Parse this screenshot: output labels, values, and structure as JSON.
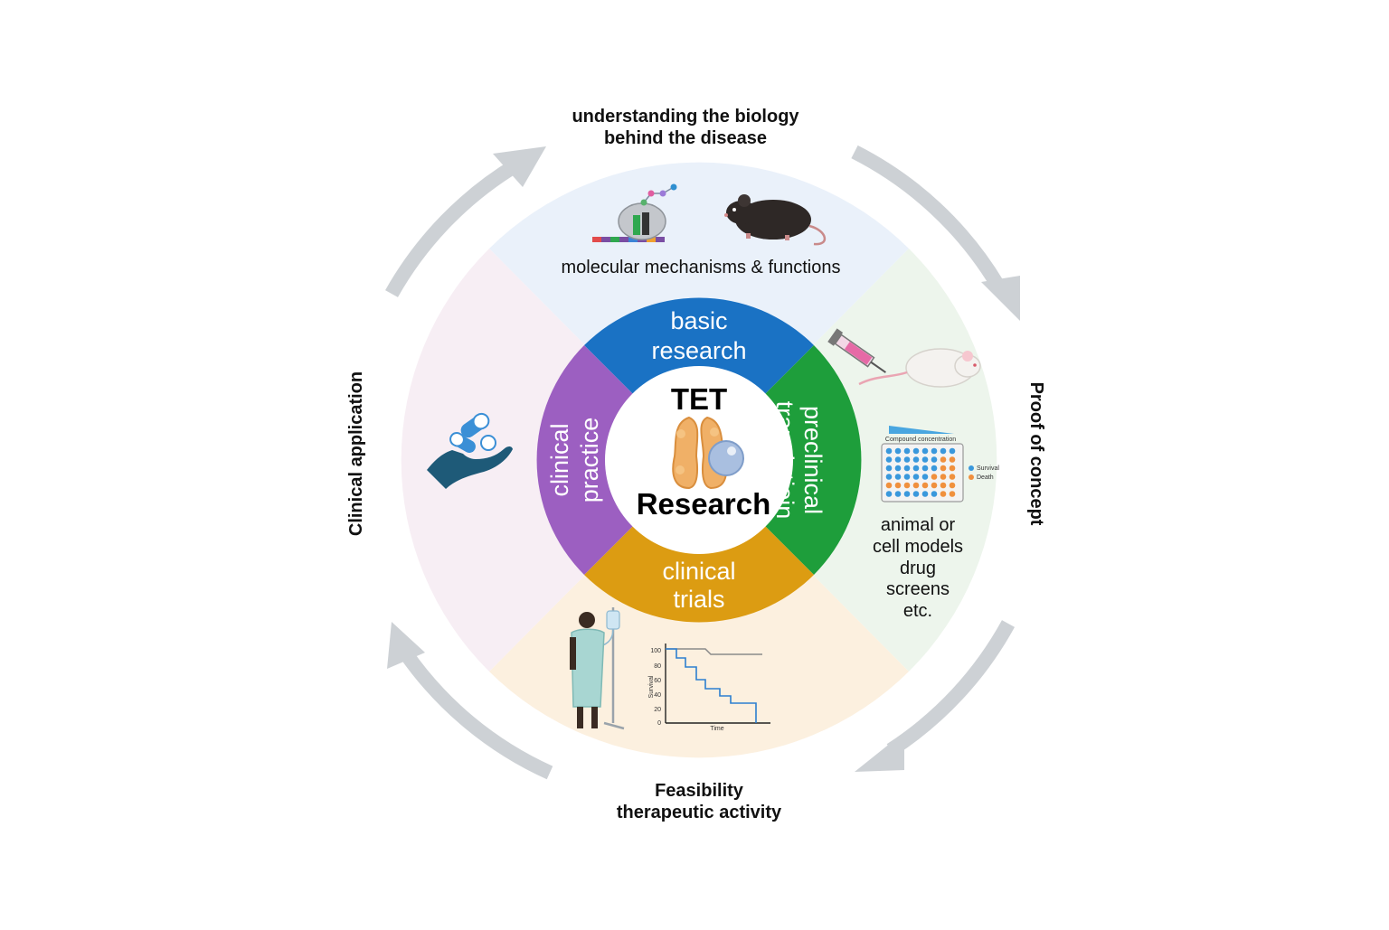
{
  "outer_labels": {
    "top_line1": "understanding the biology",
    "top_line2": "behind the disease",
    "right": "Proof of concept",
    "bottom_line1": "Feasibility",
    "bottom_line2": "therapeutic activity",
    "left": "Clinical application"
  },
  "center": {
    "line1": "TET",
    "line2": "Research"
  },
  "segments": {
    "top": {
      "line1": "basic",
      "line2": "research",
      "color": "#1a72c4"
    },
    "right": {
      "line1": "preclinical",
      "line2": "translatioin",
      "color": "#1e9e3b"
    },
    "bottom": {
      "line1": "clinical",
      "line2": "trials",
      "color": "#dc9c12"
    },
    "left": {
      "line1": "clinical",
      "line2": "practice",
      "color": "#9c5fc1"
    }
  },
  "quadrants": {
    "top": {
      "caption": "molecular mechanisms & functions",
      "color": "#eaf1fa"
    },
    "right": {
      "lines": [
        "animal or",
        "cell models",
        "drug",
        "screens",
        "etc."
      ],
      "color": "#edf5ec"
    },
    "bottom": {
      "color": "#fcf0df"
    },
    "left": {
      "color": "#f7eef4"
    }
  },
  "survival_chart": {
    "ylabel": "Survival",
    "xlabel": "Time",
    "yticks": [
      "100",
      "80",
      "60",
      "40",
      "20",
      "0"
    ]
  },
  "plate": {
    "header": "Compound concentration",
    "legend": [
      "Survival",
      "Death"
    ]
  },
  "colors": {
    "arrow": "#cdd1d5",
    "hand": "#1e5a78",
    "pill": "#3a8fd6"
  }
}
